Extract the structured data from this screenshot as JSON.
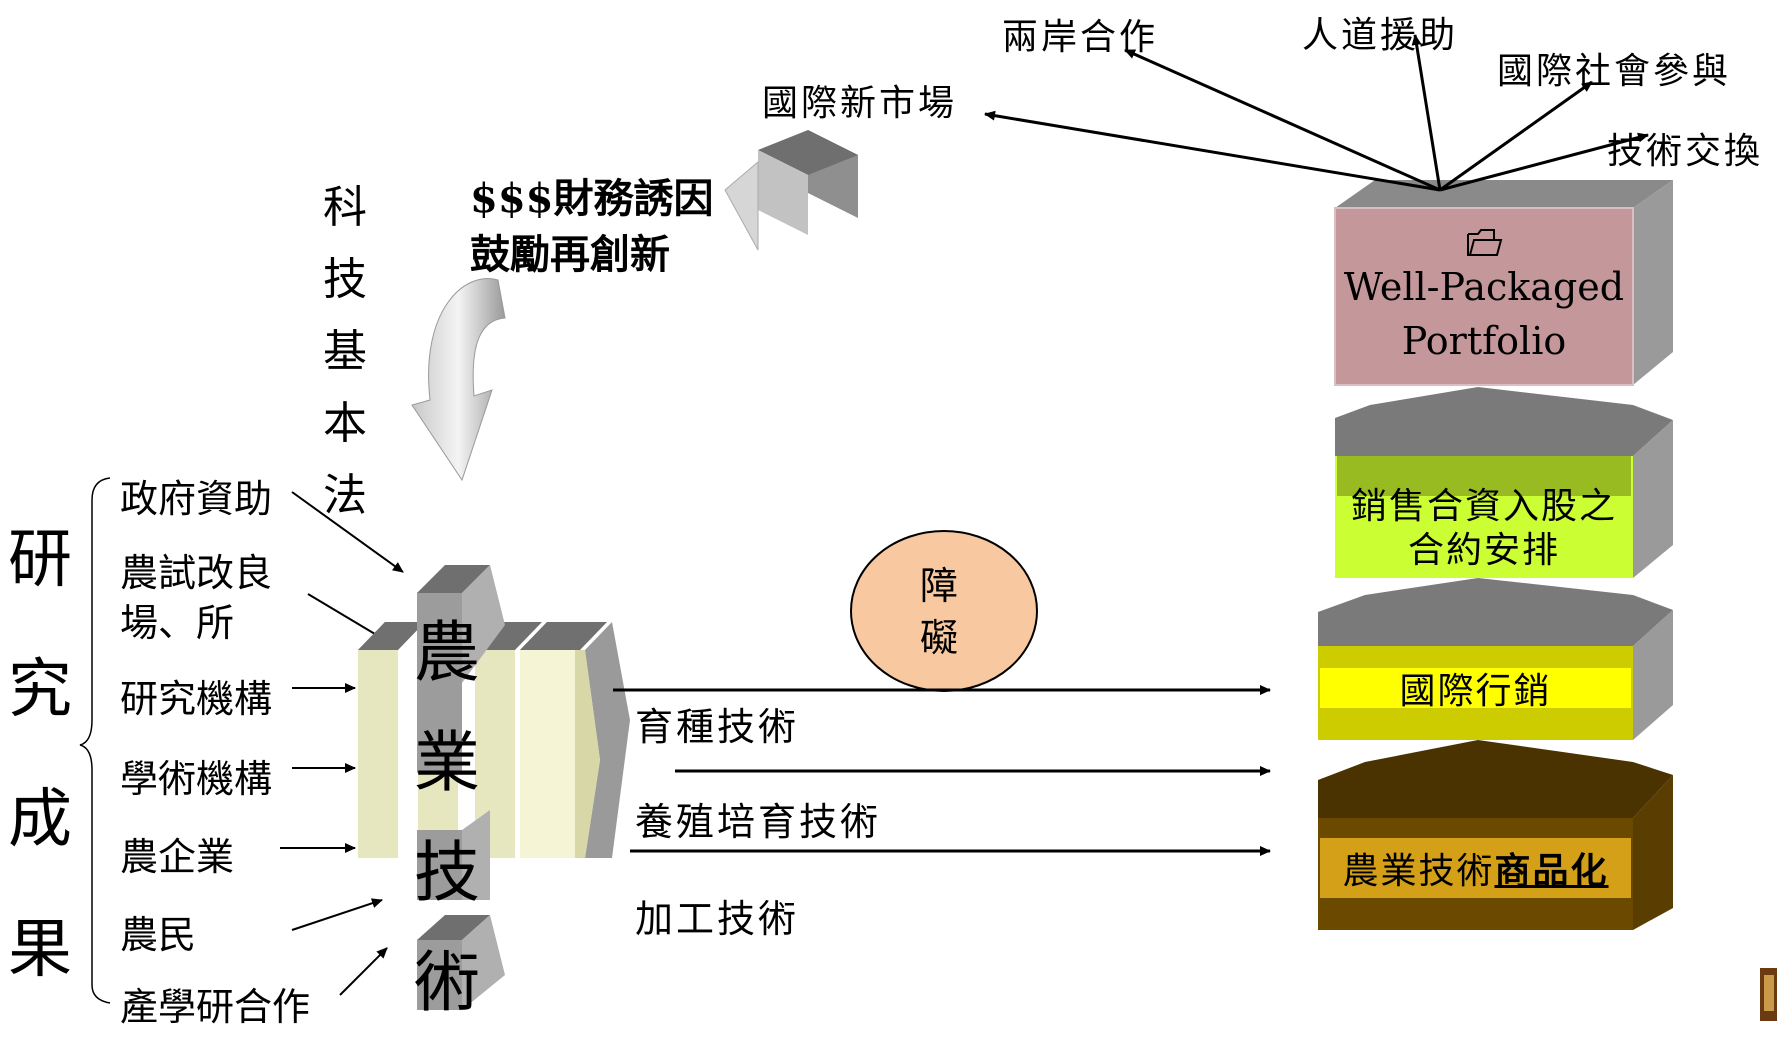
{
  "left": {
    "title_chars": [
      "研",
      "究",
      "成",
      "果"
    ],
    "sources": [
      "政府資助",
      "農試改良",
      "場、所",
      "研究機構",
      "學術機構",
      "農企業",
      "農民",
      "產學研合作"
    ]
  },
  "law": {
    "chars": [
      "科",
      "技",
      "基",
      "本",
      "法"
    ]
  },
  "incentive": {
    "line1": "$$$財務誘因",
    "line2": "鼓勵再創新"
  },
  "core": {
    "chars": [
      "農",
      "業",
      "技",
      "術"
    ]
  },
  "barrier": {
    "chars": [
      "障",
      "礙"
    ]
  },
  "techs": [
    "育種技術",
    "養殖培育技術",
    "加工技術"
  ],
  "stack": {
    "portfolio_line1": "Well-Packaged",
    "portfolio_line2": "Portfolio",
    "sales_line1": "銷售合資入股之",
    "sales_line2": "合約安排",
    "marketing": "國際行銷",
    "commercial_prefix": "農業技術",
    "commercial_emph": "商品化"
  },
  "outcomes": [
    "國際新市場",
    "兩岸合作",
    "人道援助",
    "國際社會參與",
    "技術交換"
  ],
  "colors": {
    "portfolio": "#c4979b",
    "sales": "#ccff33",
    "sales_band": "#99bb22",
    "marketing_band": "#ffff00",
    "marketing": "#cccc00",
    "commercial": "#6b4a00",
    "commercial_label": "#d4a017",
    "barrier": "#f8c9a0",
    "pale": "#e6e6bf",
    "grey_top": "#888888",
    "grey_side": "#aaaaaa"
  }
}
